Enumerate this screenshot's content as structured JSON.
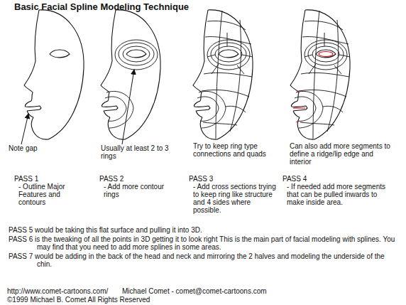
{
  "diagram": {
    "title": "Basic Facial Spline Modeling Technique",
    "labels": [
      "Note gap",
      "Usually at least 2 to 3 rings",
      "Try to keep ring type connections and quads",
      "Can also add more segments to define a ridge/lip edge and interior",
      "PASS 1",
      "- Outline Major Features and contours",
      "PASS 2",
      "- Add more contour rings",
      "PASS 3",
      "- Add cross sections trying to keep ring like structure and 4 sides where possible.",
      "PASS 4",
      "- If needed add more segments that can be pulled inwards to make inside area.",
      "PASS 5 would be taking this flat surface and pulling it into 3D.",
      "PASS 6 is the tweaking of all the points in 3D getting it to look right  This is the main part of facial modeling with splines.  You may find that you need to add more splines in some areas.",
      "PASS 7 would be adding in the back of the head and neck and mirroring the 2 halves and modeling the underside of the chin.",
      "http://www.comet-cartoons.com/",
      "Michael Comet - comet@comet-cartoons.com",
      "©1999 Michael B. Comet All Rights Reserved"
    ]
  }
}
